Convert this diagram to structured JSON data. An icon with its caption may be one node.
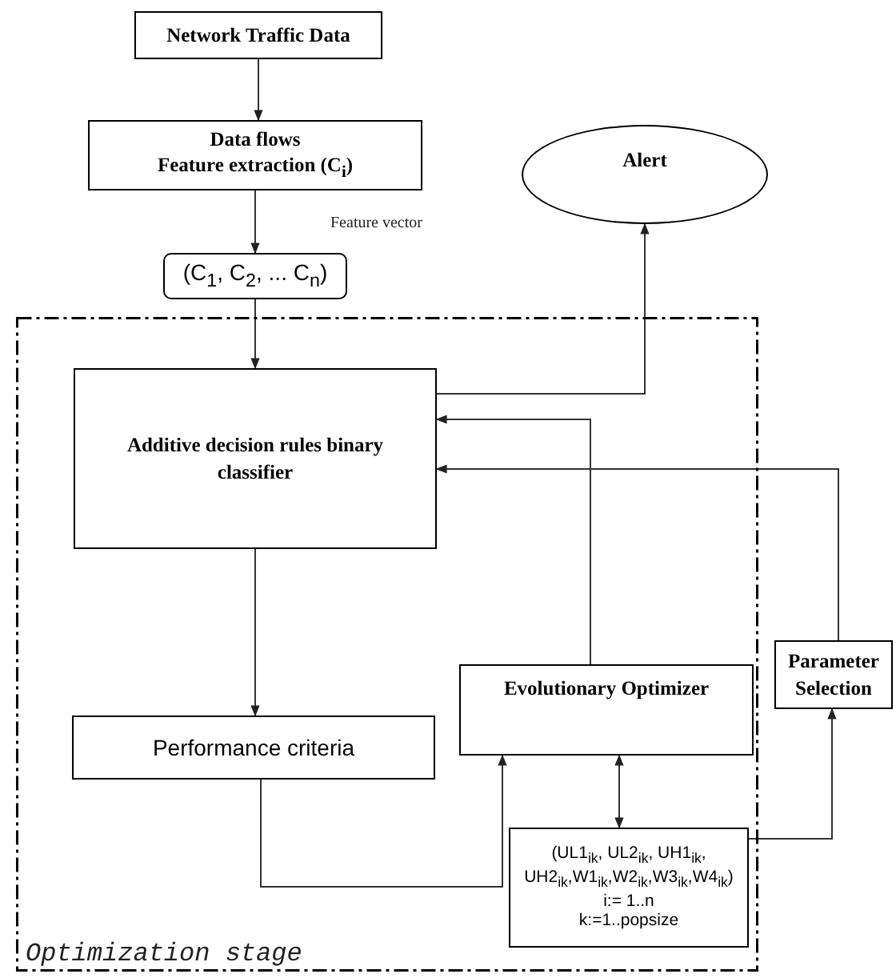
{
  "diagram": {
    "nodes": [
      {
        "text": [
          "Network Traffic Data"
        ]
      },
      {
        "text": [
          "Data flows",
          "Feature extraction (C$_{i}$)"
        ]
      },
      {
        "text": [
          "Alert"
        ]
      },
      {
        "text": [
          "(C$_{1}$, C$_{2}$, ... C$_{n}$)"
        ]
      },
      {
        "text": [
          "Optimization stage"
        ]
      },
      {
        "text": [
          "Additive decision rules binary classifier"
        ],
        "in": 4
      },
      {
        "text": [
          "Performance criteria"
        ],
        "in": 4
      },
      {
        "text": [
          "Evolutionary Optimizer"
        ],
        "in": 4
      },
      {
        "text": [
          "Parameter Selection"
        ]
      },
      {
        "text": [
          "(UL1$_{ik}$, UL2$_{ik}$, UH1$_{ik}$, UH2$_{ik}$,W1$_{ik}$,W2$_{ik}$,W3$_{ik}$,W4$_{ik}$)",
          "i:= 1..n",
          "k:=1..popsize"
        ],
        "in": 4
      }
    ],
    "edges": [
      {
        "from": 0,
        "to": 1,
        "arrow": "to"
      },
      {
        "from": 1,
        "to": 3,
        "arrow": "to",
        "label": "Feature vector"
      },
      {
        "from": 3,
        "to": 5,
        "arrow": "to"
      },
      {
        "from": 5,
        "to": 2,
        "arrow": "to"
      },
      {
        "from": 7,
        "to": 5,
        "arrow": "to"
      },
      {
        "from": 8,
        "to": 5,
        "arrow": "to"
      },
      {
        "from": 5,
        "to": 6,
        "arrow": "to"
      },
      {
        "from": 6,
        "to": 7,
        "arrow": "to"
      },
      {
        "from": 7,
        "to": 9,
        "arrow": "both"
      },
      {
        "from": 9,
        "to": 8,
        "arrow": "to"
      }
    ]
  }
}
